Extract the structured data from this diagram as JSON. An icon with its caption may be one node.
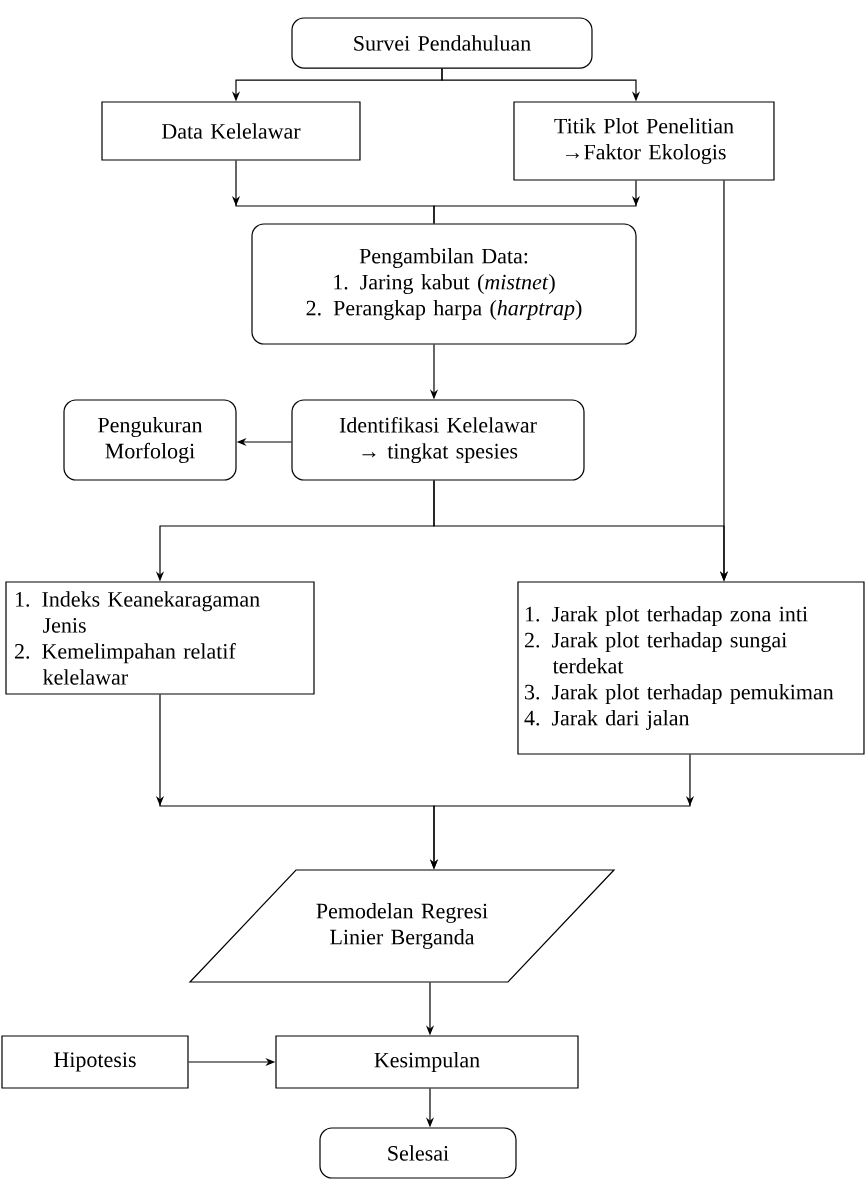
{
  "diagram": {
    "nodes": [
      {
        "text": [
          "Survei Pendahuluan"
        ]
      },
      {
        "text": [
          "Data Kelelawar"
        ]
      },
      {
        "text": [
          "Titik Plot Penelitian →Faktor Ekologis"
        ]
      },
      {
        "text": [
          "Pengambilan Data:",
          "1. Jaring kabut (*mistnet*)",
          "2. Perangkap harpa (*harptrap*)"
        ]
      },
      {
        "text": [
          "Pengukuran Morfologi"
        ]
      },
      {
        "text": [
          "Identifikasi Kelelawar → tingkat spesies"
        ]
      },
      {
        "text": [
          "1. Indeks Keanekaragaman Jenis",
          "2. Kemelimpahan relatif kelelawar"
        ]
      },
      {
        "text": [
          "1. Jarak plot terhadap zona inti",
          "2. Jarak plot terhadap sungai terdekat",
          "3. Jarak plot terhadap pemukiman",
          "4. Jarak dari jalan"
        ]
      },
      {
        "text": [
          "Pemodelan Regresi Linier Berganda"
        ]
      },
      {
        "text": [
          "Hipotesis"
        ]
      },
      {
        "text": [
          "Kesimpulan"
        ]
      },
      {
        "text": [
          "Selesai"
        ]
      }
    ],
    "edges": [
      {
        "from": 0,
        "to": 1,
        "arrow": "to"
      },
      {
        "from": 0,
        "to": 2,
        "arrow": "to"
      },
      {
        "from": 1,
        "to": 3,
        "arrow": "to"
      },
      {
        "from": 2,
        "to": 3,
        "arrow": "to"
      },
      {
        "from": 3,
        "to": 5,
        "arrow": "to"
      },
      {
        "from": 5,
        "to": 4,
        "arrow": "to"
      },
      {
        "from": 5,
        "to": 6,
        "arrow": "to"
      },
      {
        "from": 5,
        "to": 7,
        "arrow": "to"
      },
      {
        "from": 2,
        "to": 7,
        "arrow": "to"
      },
      {
        "from": 6,
        "to": 8,
        "arrow": "to"
      },
      {
        "from": 7,
        "to": 8,
        "arrow": "to"
      },
      {
        "from": 8,
        "to": 10,
        "arrow": "to"
      },
      {
        "from": 9,
        "to": 10,
        "arrow": "to"
      },
      {
        "from": 10,
        "to": 11,
        "arrow": "to"
      }
    ]
  }
}
